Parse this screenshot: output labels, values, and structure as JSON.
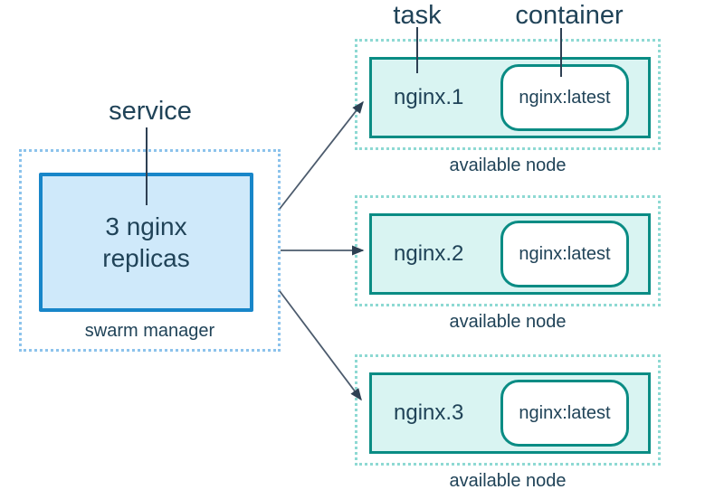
{
  "callouts": {
    "service": "service",
    "task": "task",
    "container": "container"
  },
  "manager": {
    "label": "3 nginx replicas",
    "caption": "swarm manager"
  },
  "nodes": [
    {
      "task": "nginx.1",
      "container": "nginx:latest",
      "caption": "available node"
    },
    {
      "task": "nginx.2",
      "container": "nginx:latest",
      "caption": "available node"
    },
    {
      "task": "nginx.3",
      "container": "nginx:latest",
      "caption": "available node"
    }
  ],
  "colors": {
    "manager_dotted": "#8cc3ec",
    "manager_border": "#1886c9",
    "manager_fill": "#cfe9fa",
    "node_dotted": "#8ed9d3",
    "node_border": "#0a8c84",
    "node_fill": "#d9f4f2",
    "pill_fill": "#ffffff",
    "text": "#204358",
    "arrow_line": "#4c5b6d",
    "arrow_head": "#2e4053",
    "pointer_line": "#2e4053",
    "background": "#ffffff"
  }
}
